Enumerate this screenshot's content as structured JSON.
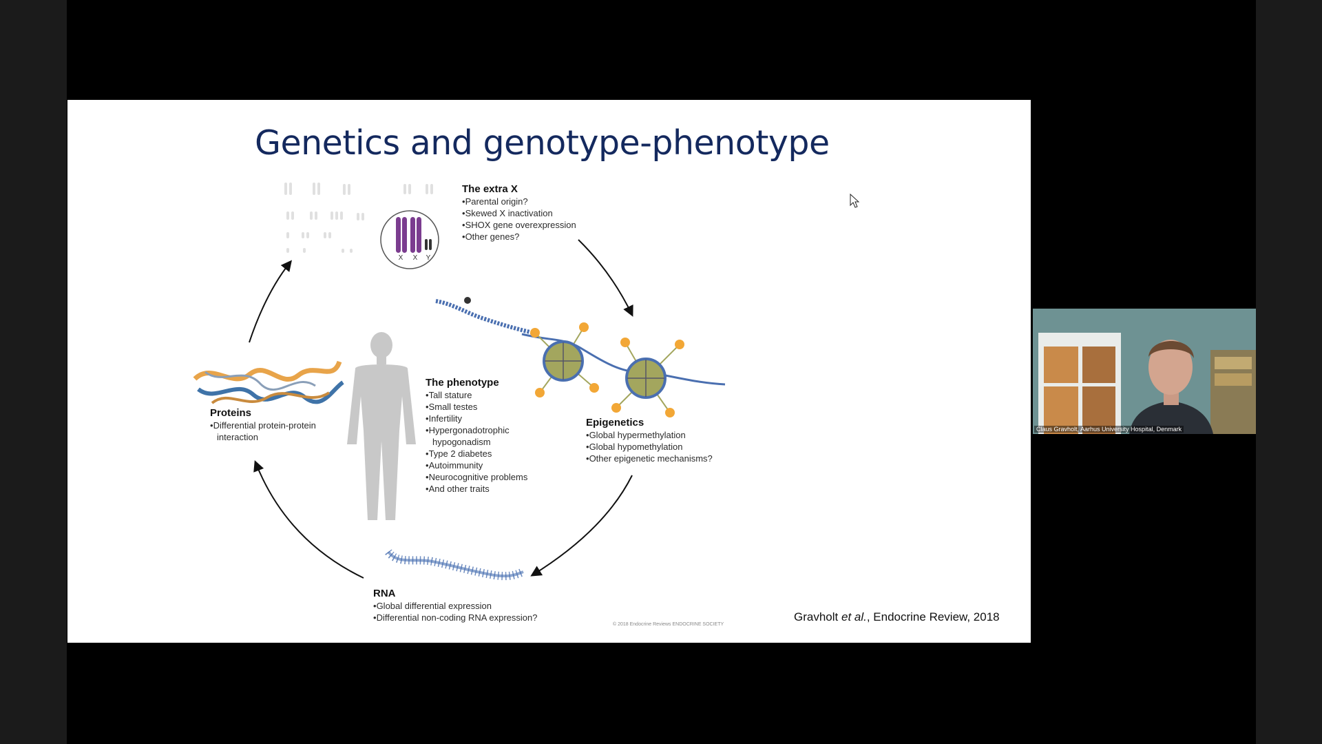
{
  "slide": {
    "title": "Genetics and genotype-phenotype",
    "extra_x": {
      "heading": "The extra X",
      "items": [
        "Parental origin?",
        "Skewed X inactivation",
        "SHOX gene overexpression",
        "Other genes?"
      ]
    },
    "karyotype": {
      "labels": [
        "X",
        "X",
        "Y"
      ]
    },
    "phenotype": {
      "heading": "The phenotype",
      "items": [
        "Tall stature",
        "Small testes",
        "Infertility",
        "Hypergonadotrophic",
        "hypogonadism",
        "Type 2 diabetes",
        "Autoimmunity",
        "Neurocognitive problems",
        "And other traits"
      ]
    },
    "epigenetics": {
      "heading": "Epigenetics",
      "items": [
        "Global hypermethylation",
        "Global hypomethylation",
        "Other epigenetic mechanisms?"
      ]
    },
    "proteins": {
      "heading": "Proteins",
      "items": [
        "Differential protein-protein",
        "interaction"
      ]
    },
    "rna": {
      "heading": "RNA",
      "items": [
        "Global differential expression",
        "Differential non-coding RNA expression?"
      ]
    },
    "citation": {
      "author": "Gravholt",
      "etal": "et al.",
      "rest": ", Endocrine Review, 2018"
    },
    "copyright": "© 2018 Endocrine Reviews ENDOCRINE SOCIETY"
  },
  "video": {
    "participant_label": "Claus Gravholt, Aarhus University Hospital, Denmark"
  },
  "colors": {
    "title": "#14295e",
    "chromosome": "#7b3d8f",
    "nucleosome": "#a3a65e",
    "tail": "#f2a736",
    "dna": "#4a6fb0"
  }
}
